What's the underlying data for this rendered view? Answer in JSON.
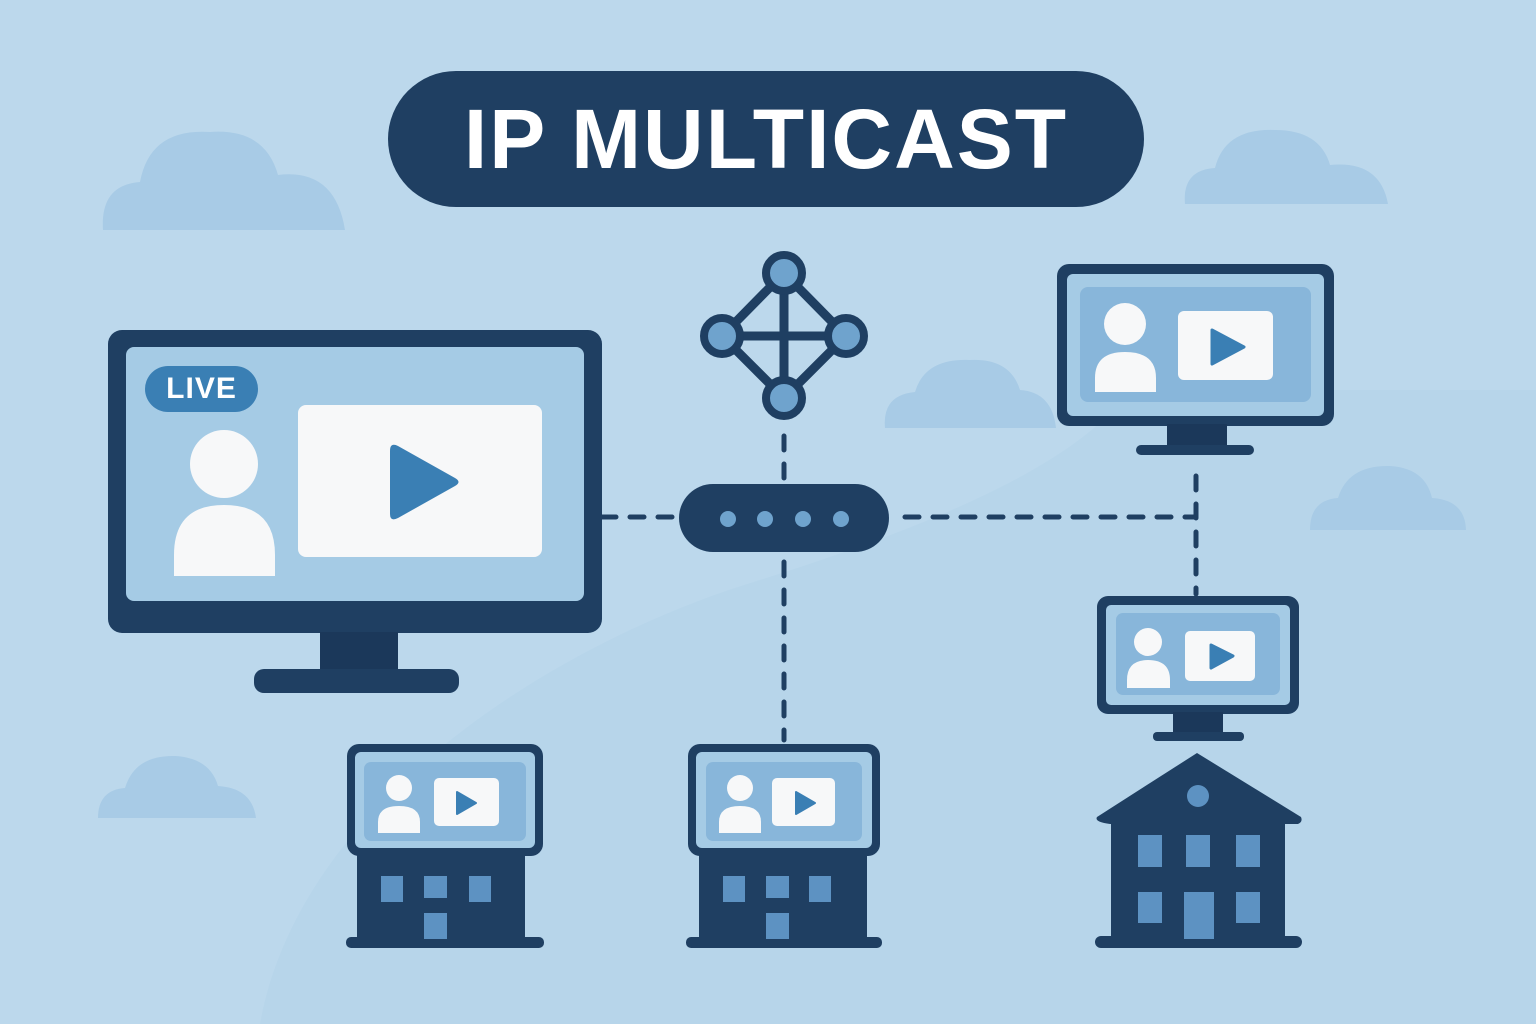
{
  "title": "IP MULTICAST",
  "source": {
    "badge": "LIVE"
  },
  "colors": {
    "background": "#bcd8ec",
    "dark": "#1f3f62",
    "accent": "#3a7fb4",
    "screen": "#a5cbe5",
    "inner_screen": "#88b6da",
    "white": "#f7f8f9",
    "node_fill": "#6fa3cd",
    "cloud": "#a8cbe6"
  },
  "nodes": [
    {
      "id": "source-monitor",
      "type": "monitor",
      "label": "LIVE"
    },
    {
      "id": "network-topology",
      "type": "network-icon"
    },
    {
      "id": "router",
      "type": "router",
      "ports": 4
    },
    {
      "id": "receiver-monitor-top-right",
      "type": "monitor"
    },
    {
      "id": "receiver-monitor-right",
      "type": "monitor"
    },
    {
      "id": "receiver-building-left",
      "type": "building-with-screen"
    },
    {
      "id": "receiver-building-center",
      "type": "building-with-screen"
    },
    {
      "id": "receiver-house-right",
      "type": "house"
    }
  ]
}
